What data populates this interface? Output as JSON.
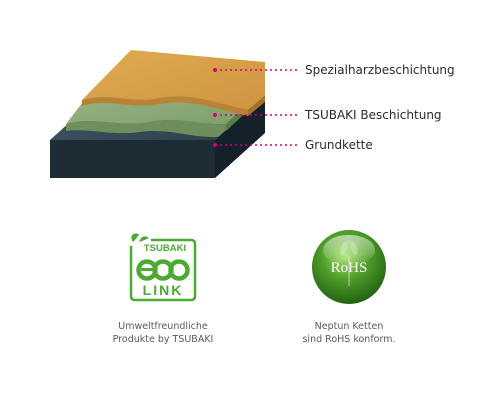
{
  "layers": [
    {
      "label": "Spezialharzbeschichtung",
      "color": "#d9a24a"
    },
    {
      "label": "TSUBAKI Beschichtung",
      "color": "#8aaa72"
    },
    {
      "label": "Grundkette",
      "color": "#22333c"
    }
  ],
  "leader_color": "#d4007a",
  "eco_logo": {
    "brand": "TSUBAKI",
    "word1": "eco",
    "word2": "LINK",
    "color": "#4caa32",
    "caption_line1": "Umweltfreundliche",
    "caption_line2": "Produkte by TSUBAKI"
  },
  "rohs_logo": {
    "text": "RoHS",
    "color": "#3a8a1e",
    "caption_line1": "Neptun Ketten",
    "caption_line2": "sind RoHS konform."
  }
}
